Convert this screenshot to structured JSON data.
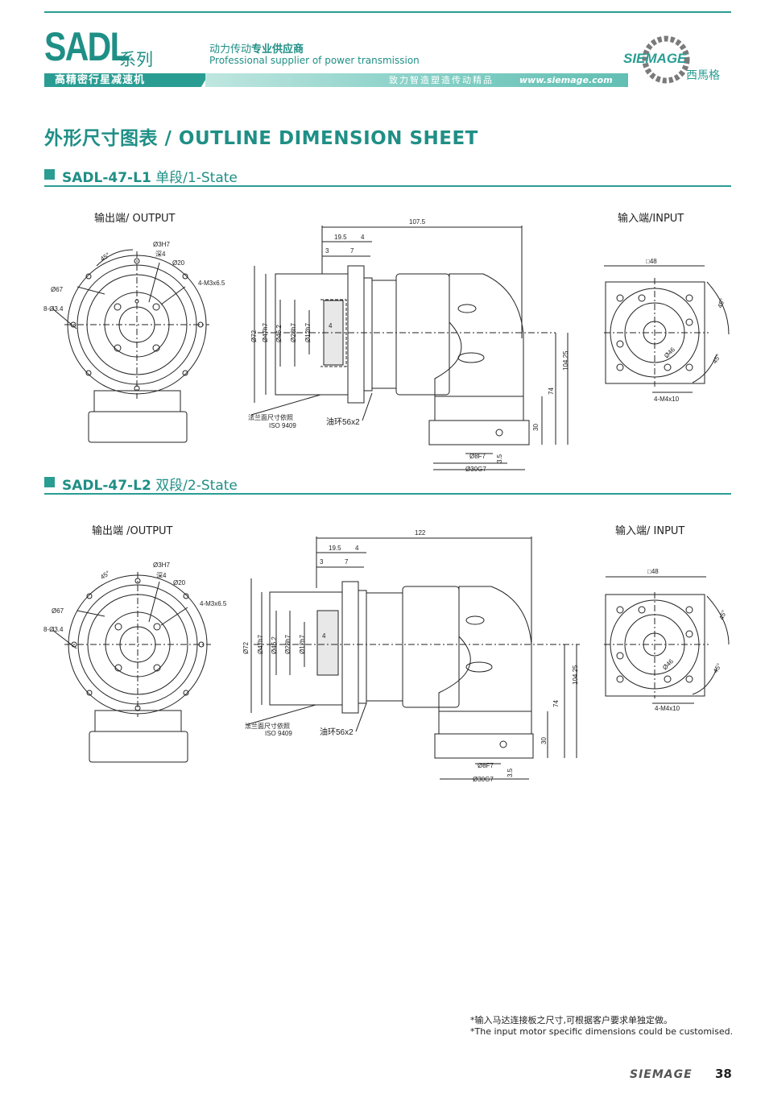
{
  "header": {
    "brand": "SADL",
    "series": "系列",
    "banner_title": "高精密行星减速机",
    "tagline_cn_prefix": "动力传动",
    "tagline_cn_bold": "专业供应商",
    "tagline_en": "Professional supplier of power transmission",
    "slogan": "致力智造塑造传动精品",
    "website": "www.siemage.com",
    "logo_text": "SIEMAGE",
    "logo_cn": "西馬格"
  },
  "page_title": "外形尺寸图表 / OUTLINE DIMENSION SHEET",
  "sections": [
    {
      "model": "SADL-47-L1",
      "stage": "单段/1-State",
      "output_label": "输出端/ OUTPUT",
      "input_label": "输入端/INPUT",
      "dims": {
        "length": "107.5",
        "d1": "19.5",
        "d2": "4",
        "d3": "3",
        "d4": "7",
        "od72": "Ø72",
        "od47": "Ø47h7",
        "od46": "Ø46.2",
        "od28": "Ø28h7",
        "od12": "Ø12h7",
        "d4b": "4",
        "flange_note1": "法兰面尺寸依照",
        "flange_note2": "ISO 9409",
        "oil_ring": "油环56x2",
        "h104": "104.25",
        "h74": "74",
        "h30": "30",
        "h35": "3.5",
        "d8": "Ø8F7",
        "d30": "Ø30G7",
        "out_45": "45°",
        "out_3h7": "Ø3H7",
        "out_depth": "深4",
        "out_20": "Ø20",
        "out_m3": "4-M3x6.5",
        "out_67": "Ø67",
        "out_8x": "8-Ø3.4",
        "in_sq": "□48",
        "in_45a": "45°",
        "in_45b": "45°",
        "in_46": "Ø46",
        "in_m4": "4-M4x10"
      }
    },
    {
      "model": "SADL-47-L2",
      "stage": "双段/2-State",
      "output_label": "输出端 /OUTPUT",
      "input_label": "输入端/ INPUT",
      "dims": {
        "length": "122",
        "d1": "19.5",
        "d2": "4",
        "d3": "3",
        "d4": "7",
        "od72": "Ø72",
        "od47": "Ø47h7",
        "od46": "Ø46.2",
        "od28": "Ø28h7",
        "od12": "Ø12h7",
        "d4b": "4",
        "flange_note1": "法兰面尺寸依照",
        "flange_note2": "ISO 9409",
        "oil_ring": "油环56x2",
        "h104": "104.25",
        "h74": "74",
        "h30": "30",
        "h35": "3.5",
        "d8": "Ø8F7",
        "d30": "Ø30G7",
        "out_45": "45°",
        "out_3h7": "Ø3H7",
        "out_depth": "深4",
        "out_20": "Ø20",
        "out_m3": "4-M3x6.5",
        "out_67": "Ø67",
        "out_8x": "8-Ø3.4",
        "in_sq": "□48",
        "in_45a": "45°",
        "in_45b": "45°",
        "in_46": "Ø46",
        "in_m4": "4-M4x10"
      }
    }
  ],
  "notes": {
    "cn": "*输入马达连接板之尺寸,可根据客户要求单独定做。",
    "en": "*The input motor specific dimensions could be customised."
  },
  "footer": {
    "brand": "SIEMAGE",
    "page": "38"
  },
  "colors": {
    "accent": "#2a9d93",
    "accent_dark": "#1f8f86"
  }
}
